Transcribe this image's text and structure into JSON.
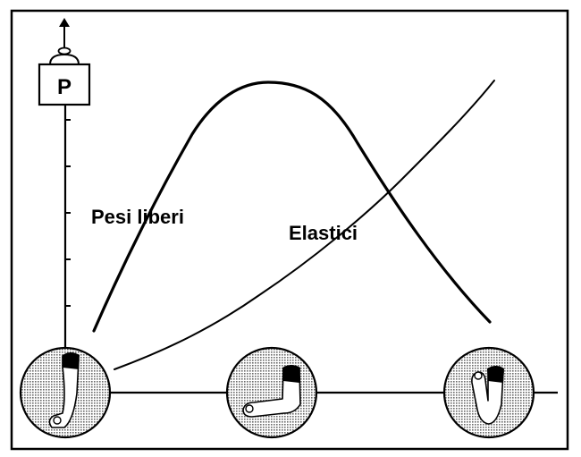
{
  "weight_label": "P",
  "curves": [
    {
      "name": "Pesi liberi",
      "color": "#000000"
    },
    {
      "name": "Elastici",
      "color": "#000000"
    }
  ],
  "icons": {
    "weight": "weight-icon",
    "arm_positions": [
      "arm-extended-icon",
      "arm-half-flexed-icon",
      "arm-fully-flexed-icon"
    ]
  },
  "colors": {
    "line": "#000000",
    "background": "#ffffff",
    "circle_fill": "#c8c8c8"
  }
}
